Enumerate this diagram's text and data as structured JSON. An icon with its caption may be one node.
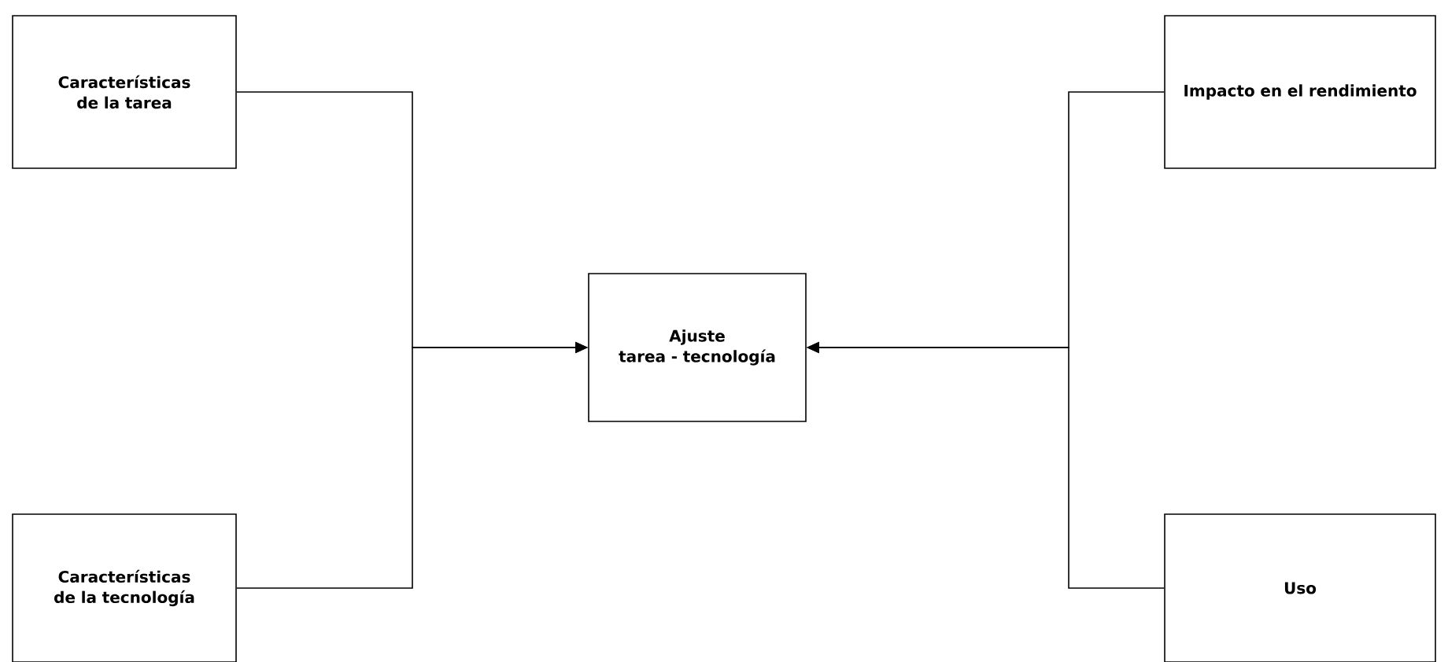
{
  "diagram": {
    "nodes": [
      {
        "text": [
          "Características de la tarea"
        ]
      },
      {
        "text": [
          "Características de la tecnología"
        ]
      },
      {
        "text": [
          "Ajuste",
          "tarea - tecnología"
        ]
      },
      {
        "text": [
          "Impacto en el rendimiento"
        ]
      },
      {
        "text": [
          "Uso"
        ]
      }
    ],
    "edges": [
      {
        "from": 0,
        "to": 2,
        "arrow": "to"
      },
      {
        "from": 1,
        "to": 2,
        "arrow": "to"
      },
      {
        "from": 3,
        "to": 2,
        "arrow": "to"
      },
      {
        "from": 4,
        "to": 2,
        "arrow": "to"
      }
    ]
  }
}
